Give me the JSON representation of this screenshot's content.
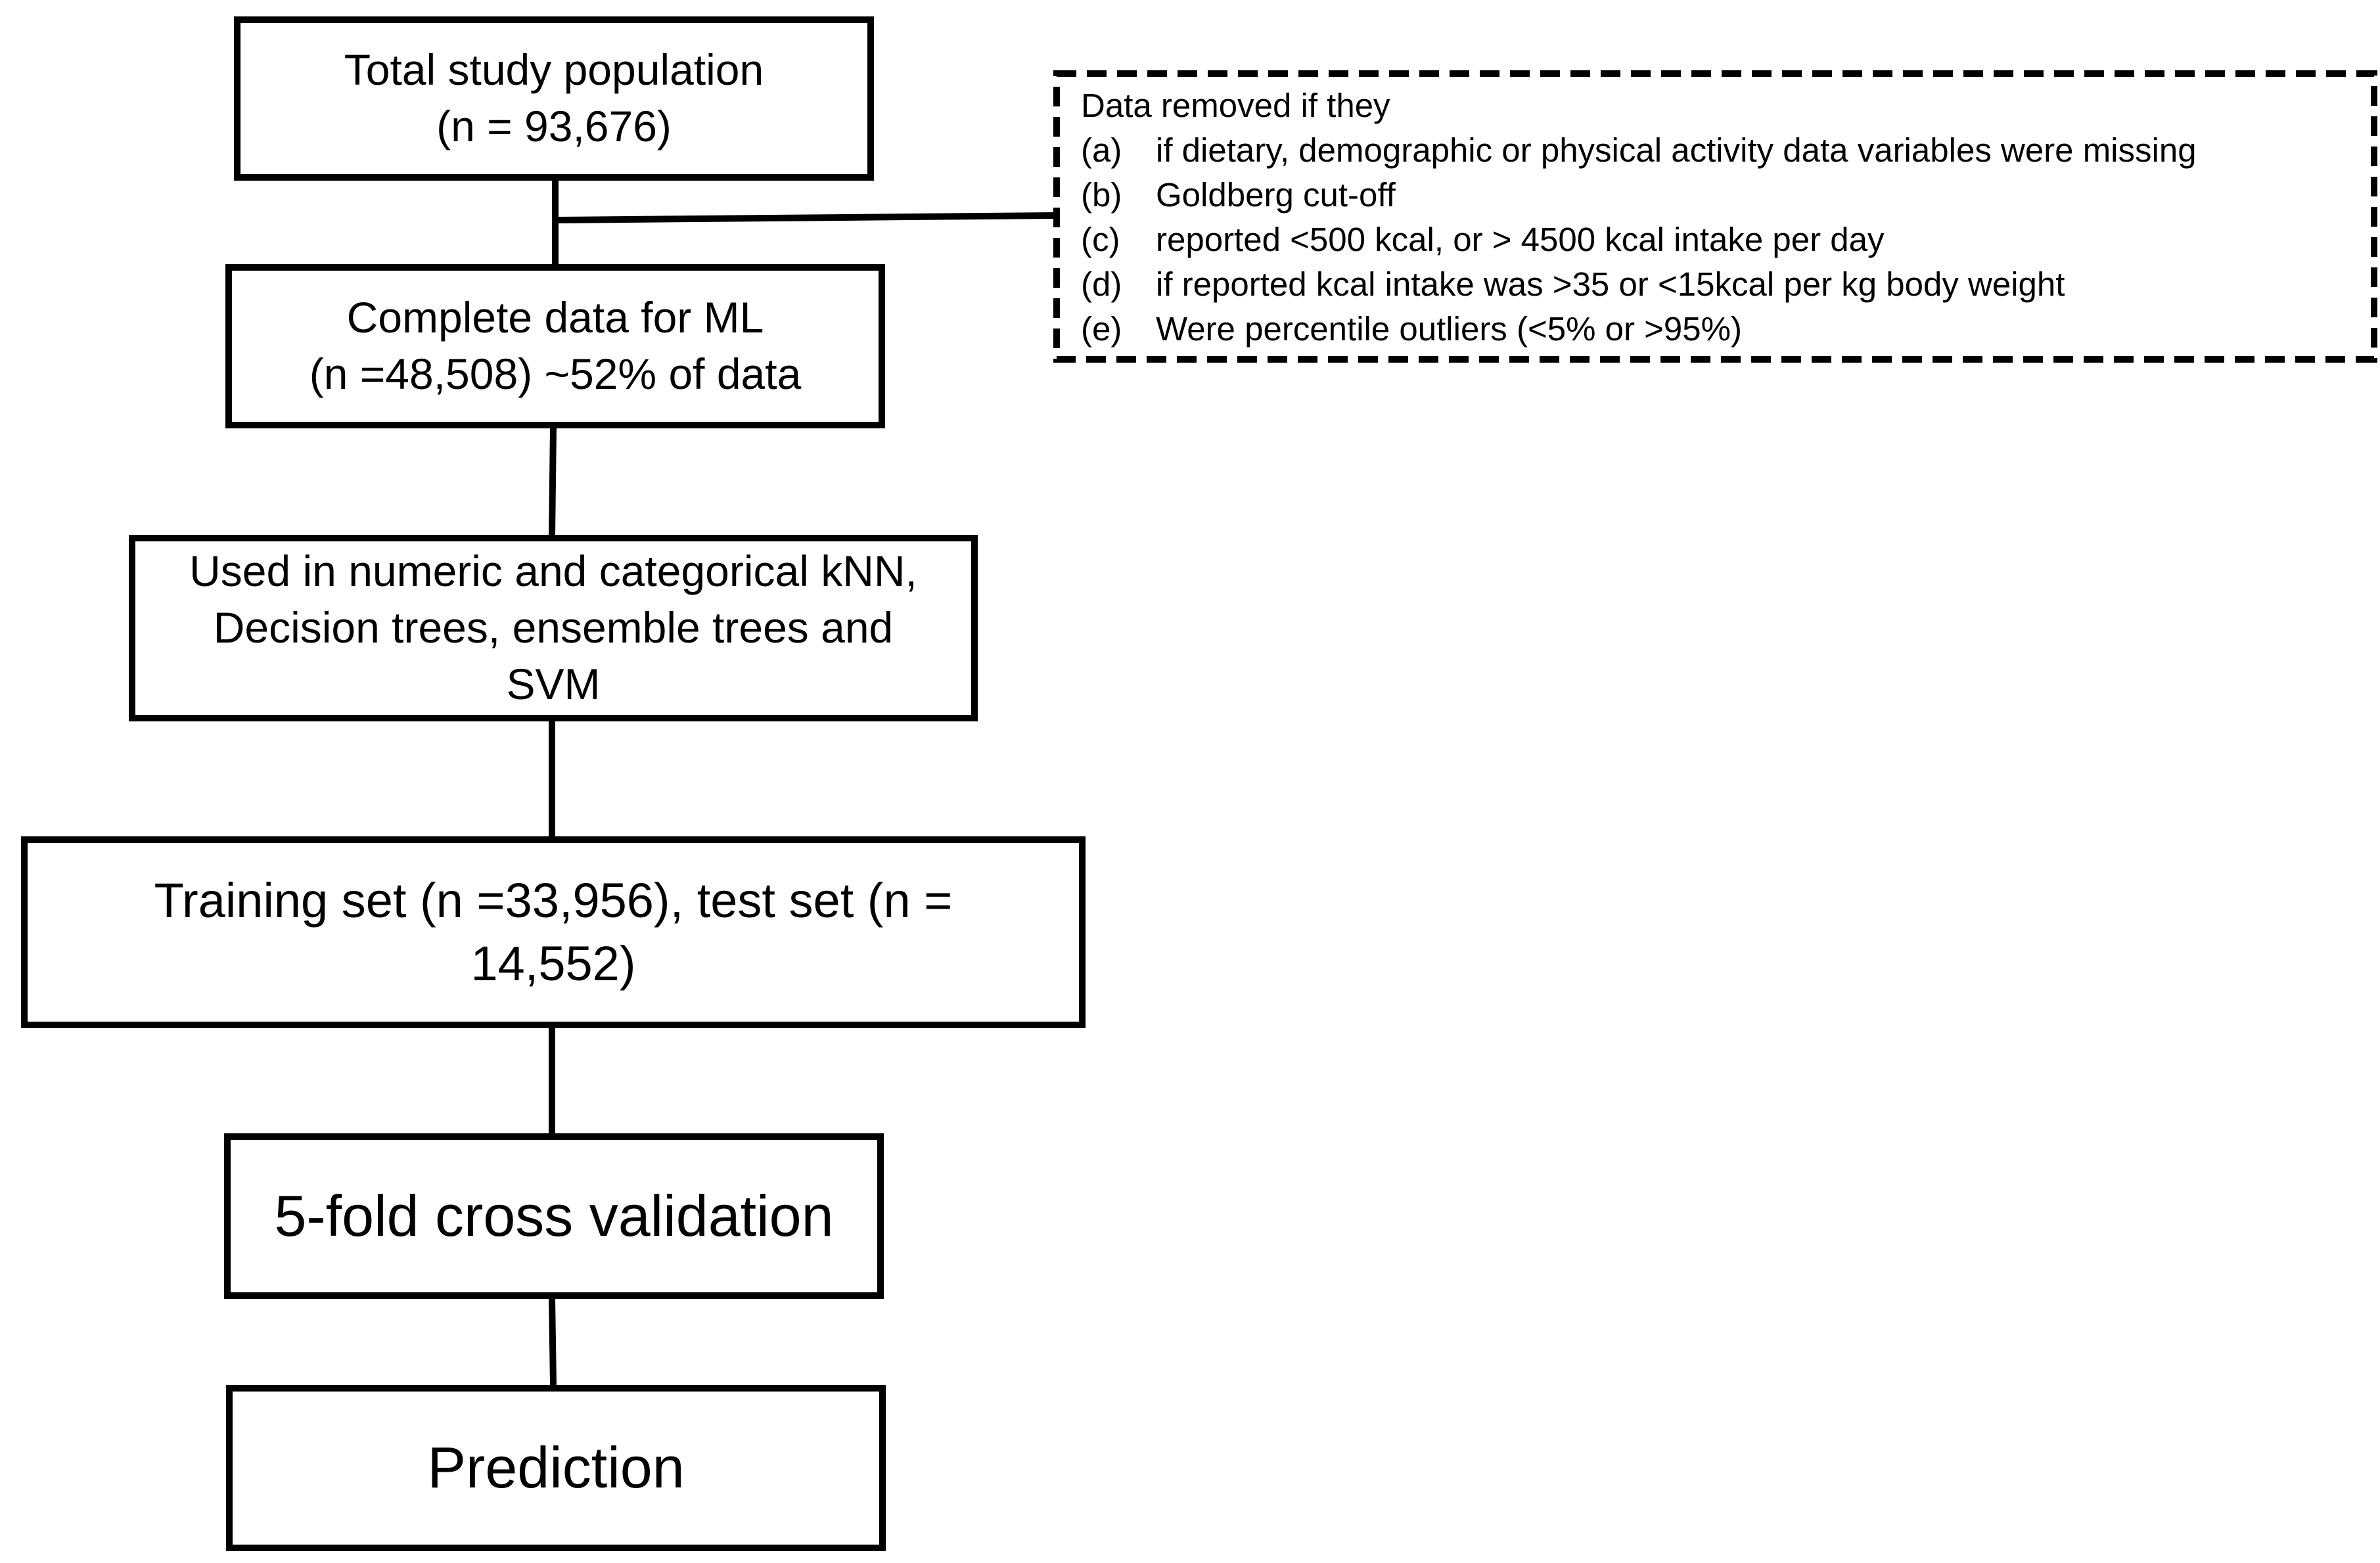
{
  "diagram": {
    "boxes": [
      {
        "id": "total-population",
        "lines": [
          "Total study population",
          "(n = 93,676)"
        ]
      },
      {
        "id": "complete-data",
        "lines": [
          "Complete data for ML",
          "(n =48,508) ~52% of data"
        ]
      },
      {
        "id": "models",
        "lines": [
          "Used in numeric and categorical kNN,",
          "Decision trees, ensemble trees and",
          "SVM"
        ]
      },
      {
        "id": "train-test-split",
        "lines": [
          "Training set (n =33,956), test set (n =",
          "14,552)"
        ]
      },
      {
        "id": "cross-validation",
        "lines": [
          "5-fold cross validation"
        ]
      },
      {
        "id": "prediction",
        "lines": [
          "Prediction"
        ]
      }
    ],
    "exclusion": {
      "heading": "Data removed if they",
      "criteria": [
        {
          "label": "(a)",
          "text": "if dietary, demographic or physical activity data variables were missing"
        },
        {
          "label": "(b)",
          "text": "Goldberg cut-off"
        },
        {
          "label": "(c)",
          "text": "reported <500 kcal, or > 4500 kcal intake per day"
        },
        {
          "label": "(d)",
          "text": "if reported kcal intake was >35 or <15kcal per kg body weight"
        },
        {
          "label": "(e)",
          "text": "Were percentile outliers (<5% or >95%)"
        }
      ]
    },
    "colors": {
      "stroke": "#000000",
      "background": "#ffffff"
    }
  }
}
